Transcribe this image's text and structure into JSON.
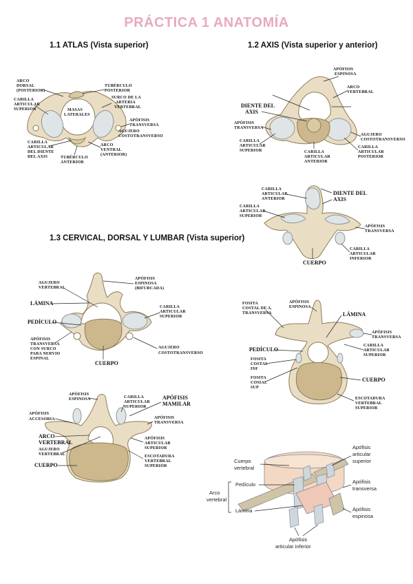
{
  "title": "PRÁCTICA 1 ANATOMÍA",
  "sections": {
    "atlas": "1.1 ATLAS (Vista superior)",
    "axis": "1.2 AXIS (Vista superior y anterior)",
    "cervical": "1.3 CERVICAL, DORSAL Y LUMBAR (Vista superior)"
  },
  "atlas_labels": {
    "arco_dorsal": [
      "ARCO",
      "DORSAL",
      "(POSTERIOR)"
    ],
    "tuberculo_posterior": [
      "TUBÉRCULO",
      "POSTERIOR"
    ],
    "surco": [
      "SURCO DE LA",
      "ARTERIA",
      "VERTEBRAL"
    ],
    "carilla_superior": [
      "CARILLA",
      "ARTICULAR",
      "SUPERIOR"
    ],
    "masas": [
      "MASAS",
      "LATERALES"
    ],
    "apofisis_transversa": [
      "APÓFISIS",
      "TRANSVERSA"
    ],
    "agujero": [
      "AGUJERO",
      "COSTOTRANSVERSO"
    ],
    "carilla_diente": [
      "CARILLA",
      "ARTICULAR",
      "DEL DIENTE",
      "DEL AXIS"
    ],
    "tuberculo_anterior": [
      "TUBÉRCULO",
      "ANTERIOR"
    ],
    "arco_ventral": [
      "ARCO",
      "VENTRAL",
      "(ANTERIOR)"
    ]
  },
  "axis_top_labels": {
    "apofisis_espinosa": [
      "APÓFISIS",
      "ESPINOSA"
    ],
    "arco_vertebral": [
      "ARCO",
      "VERTEBRAL"
    ],
    "diente": [
      "DIENTE DEL",
      "AXIS"
    ],
    "apofisis_transversa": [
      "APÓFISIS",
      "TRANSVERSA"
    ],
    "agujero": [
      "AGUJERO",
      "COSTOTRANSVERSO"
    ],
    "carilla_superior": [
      "CARILLA",
      "ARTICULAR",
      "SUPERIOR"
    ],
    "carilla_anterior": [
      "CARILLA",
      "ARTICULAR",
      "ANTERIOR"
    ],
    "carilla_posterior": [
      "CARILLA",
      "ARTICULAR",
      "POSTERIOR"
    ]
  },
  "axis_front_labels": {
    "carilla_anterior": [
      "CARILLA",
      "ARTICULAR",
      "ANTERIOR"
    ],
    "diente": [
      "DIENTE DEL",
      "AXIS"
    ],
    "carilla_superior": [
      "CARILLA",
      "ARTICULAR",
      "SUPERIOR"
    ],
    "apofisis_transversa": [
      "APÓFISIS",
      "TRANSVERSA"
    ],
    "carilla_inferior": [
      "CARILLA",
      "ARTICULAR",
      "INFERIOR"
    ],
    "cuerpo": "CUERPO"
  },
  "cervical_labels": {
    "agujero_vertebral": [
      "AGUJERO",
      "VERTEBRAL"
    ],
    "apofisis_espinosa": [
      "APÓFISIS",
      "ESPINOSA",
      "(BIFURCADA)"
    ],
    "lamina": "LÁMINA",
    "carilla_superior": [
      "CARILLA",
      "ARTICULAR",
      "SUPERIOR"
    ],
    "pediculo": "PEDÍCULO",
    "apofisis_transversa": [
      "APÓFISIS",
      "TRANSVERSA",
      "CON SURCO",
      "PARA NERVIO",
      "ESPINAL"
    ],
    "agujero_costo": [
      "AGUJERO",
      "COSTOTRANSVERSO"
    ],
    "cuerpo": "CUERPO"
  },
  "dorsal_labels": {
    "fosita_transversa": [
      "FOSITA",
      "COSTAL DE A.",
      "TRANSVERSA"
    ],
    "apofisis_espinosa": [
      "APÓFISIS",
      "ESPINOSA"
    ],
    "lamina": "LÁMINA",
    "apofisis_transversa": [
      "APÓFISIS",
      "TRANSVERSA"
    ],
    "carilla_superior": [
      "CARILLA",
      "ARTICULAR",
      "SUPERIOR"
    ],
    "pediculo": "PEDÍCULO",
    "fosita_inf": [
      "FOSITA",
      "COSTAL",
      "INF"
    ],
    "fosita_sup": [
      "FOSITA",
      "COSIAL",
      "SUP"
    ],
    "cuerpo": "CUERPO",
    "escotadura": [
      "ESCOTADURA",
      "VERTEBRAL",
      "SUPERIOR"
    ]
  },
  "lumbar_labels": {
    "apofisis_espinosa": [
      "APÓFISIS",
      "ESPINOSA"
    ],
    "carilla_superior": [
      "CARILLA",
      "ARTICULAR",
      "SUPERIOR"
    ],
    "apofisis_mamilar": [
      "APÓFISIS",
      "MAMILAR"
    ],
    "apofisis_accesoria": [
      "APÓFISIS",
      "ACCESORIA"
    ],
    "apofisis_transversa": [
      "APÓFISIS",
      "TRANSVERSA"
    ],
    "arco_vertebral": [
      "ARCO",
      "VERTEBRAL"
    ],
    "agujero_vertebral": [
      "AGUJERO",
      "VERTEBRAL"
    ],
    "carilla_sup2": [
      "APÓFISIS",
      "ARTICULAR",
      "SUPERIOR"
    ],
    "escotadura": [
      "ESCOTADURA",
      "VERTEBRAL",
      "SUPERIOR"
    ],
    "cuerpo": "CUERPO"
  },
  "schema_labels": {
    "cuerpo_vertebral": [
      "Cuerpo",
      "vertebral"
    ],
    "apofisis_art_sup": [
      "Apófisis",
      "articular",
      "superior"
    ],
    "pediculo": "Pedículo",
    "arco_vertebral": [
      "Arco",
      "vertebral"
    ],
    "apofisis_transversa": [
      "Apófisis",
      "transversa"
    ],
    "lamina": "Lámina",
    "apofisis_espinosa": [
      "Apófisis",
      "espinosa"
    ],
    "apofisis_art_inf": [
      "Apófisis",
      "articular inferior"
    ]
  }
}
